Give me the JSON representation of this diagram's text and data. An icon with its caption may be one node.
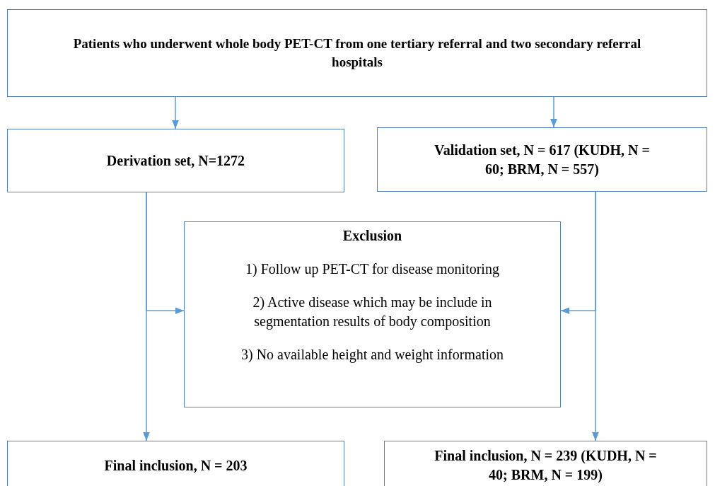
{
  "diagram": {
    "nodes": [
      {
        "text": [
          "Patients who underwent whole body PET-CT from one tertiary referral and two secondary referral hospitals"
        ]
      },
      {
        "text": [
          "Derivation set, N=1272"
        ]
      },
      {
        "text": [
          "Validation set, N = 617 (KUDH, N = 60; BRM, N = 557)"
        ]
      },
      {
        "text": [
          "Exclusion",
          "1)  Follow up PET-CT for disease monitoring",
          "2)  Active disease which may be include in segmentation results of body composition",
          "3)  No available height and weight information"
        ]
      },
      {
        "text": [
          "Final inclusion, N = 203"
        ]
      },
      {
        "text": [
          "Final inclusion, N = 239 (KUDH, N = 40; BRM, N = 199)"
        ]
      }
    ],
    "edges": [
      {
        "from": 0,
        "to": 1,
        "arrow": "to"
      },
      {
        "from": 0,
        "to": 2,
        "arrow": "to"
      },
      {
        "from": 1,
        "to": 3,
        "arrow": "to"
      },
      {
        "from": 1,
        "to": 4,
        "arrow": "to"
      },
      {
        "from": 2,
        "to": 3,
        "arrow": "to"
      },
      {
        "from": 2,
        "to": 5,
        "arrow": "to"
      }
    ]
  }
}
